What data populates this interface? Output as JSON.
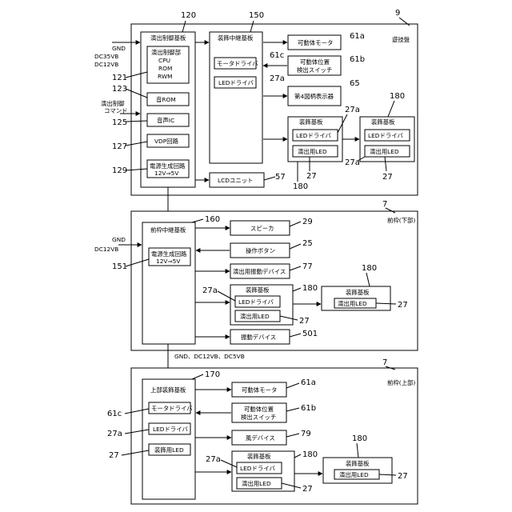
{
  "section1": {
    "ref": "9",
    "title": "遊技盤",
    "main_board": {
      "title": "演出制御基板",
      "ref": "120"
    },
    "control_unit": {
      "lines": [
        "演出制御部",
        "CPU",
        "ROM",
        "RWM"
      ],
      "ref": "121"
    },
    "sound_rom": {
      "label": "音ROM",
      "ref": "123"
    },
    "sound_ic": {
      "label": "音声IC",
      "ref": "125"
    },
    "vdp": {
      "label": "VDP回路",
      "ref": "127"
    },
    "power": {
      "lines": [
        "電源生成回路",
        "12V⇒5V"
      ],
      "ref": "129"
    },
    "inputs": {
      "gnd": "GND",
      "dc35": "DC35VB",
      "dc12": "DC12VB",
      "cmd1": "演出制御",
      "cmd2": "コマンド"
    },
    "relay": {
      "title": "装飾中継基板",
      "ref": "150"
    },
    "motor_driver": {
      "label": "モータドライバ",
      "ref": "61c"
    },
    "led_driver": {
      "label": "LEDドライバ",
      "ref": "27a"
    },
    "movable_motor": {
      "label": "可動体モータ",
      "ref": "61a"
    },
    "position_switch": {
      "lines": [
        "可動体位置",
        "検出スイッチ"
      ],
      "ref": "61b"
    },
    "pattern_display": {
      "label": "第4図柄表示器",
      "ref": "65"
    },
    "deco_board_a": {
      "title": "装飾基板",
      "ref": "180",
      "led_driver": "LEDドライバ",
      "led": "演出用LED",
      "ref_led_driver": "27a",
      "ref_led": "27"
    },
    "deco_board_b": {
      "title": "装飾基板",
      "ref": "180",
      "led_driver": "LEDドライバ",
      "led": "演出用LED",
      "ref_led_driver": "27a",
      "ref_led": "27"
    },
    "lcd": {
      "label": "LCDユニット",
      "ref": "57"
    }
  },
  "section2": {
    "ref": "7",
    "title": "前枠(下部)",
    "relay": {
      "title": "前枠中継基板",
      "ref": "160"
    },
    "inputs": {
      "gnd": "GND",
      "dc12": "DC12VB"
    },
    "power": {
      "lines": [
        "電源生成回路",
        "12V⇒5V"
      ],
      "ref": "151"
    },
    "speaker": {
      "label": "スピーカ",
      "ref": "29"
    },
    "button": {
      "label": "操作ボタン",
      "ref": "25"
    },
    "vibration_dev": {
      "label": "演出用振動デバイス",
      "ref": "77"
    },
    "deco_board": {
      "title": "装飾基板",
      "ref": "180",
      "led_driver": "LEDドライバ",
      "led": "演出用LED",
      "ref_led_driver": "27a",
      "ref_led": "27"
    },
    "deco_board2": {
      "title": "装飾基板",
      "ref": "180",
      "led": "演出用LED",
      "ref_led": "27"
    },
    "vibrator": {
      "label": "振動デバイス",
      "ref": "501"
    }
  },
  "connector_label": "GND、DC12VB、DC5VB",
  "section3": {
    "ref": "7",
    "title": "前枠(上部)",
    "relay": {
      "title": "上部装飾基板",
      "ref": "170"
    },
    "motor_driver": {
      "label": "モータドライバ",
      "ref": "61c"
    },
    "led_driver": {
      "label": "LEDドライバ",
      "ref": "27a"
    },
    "deco_led": {
      "label": "装飾用LED",
      "ref": "27"
    },
    "movable_motor": {
      "label": "可動体モータ",
      "ref": "61a"
    },
    "position_switch": {
      "lines": [
        "可動体位置",
        "検出スイッチ"
      ],
      "ref": "61b"
    },
    "wind": {
      "label": "風デバイス",
      "ref": "79"
    },
    "deco_board": {
      "title": "装飾基板",
      "ref": "180",
      "led_driver": "LEDドライバ",
      "led": "演出用LED",
      "ref_led_driver": "27a",
      "ref_led": "27"
    },
    "deco_board2": {
      "title": "装飾基板",
      "ref": "180",
      "led": "演出用LED",
      "ref_led": "27"
    }
  }
}
